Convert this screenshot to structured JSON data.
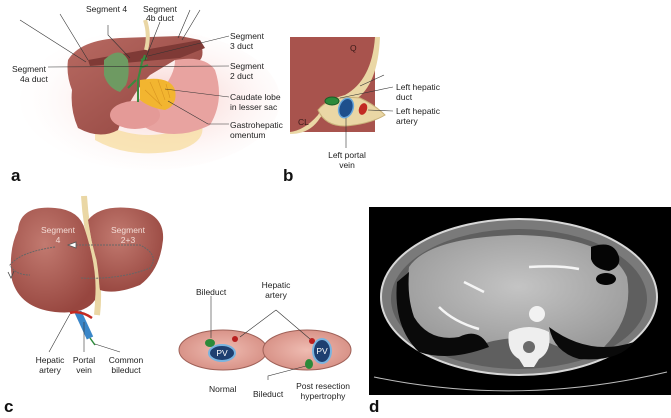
{
  "panel_a": {
    "letter": "a",
    "labels": {
      "segment4": "Segment 4",
      "segment4b_duct_1": "Segment",
      "segment4b_duct_2": "4b duct",
      "segment4a_duct_1": "Segment",
      "segment4a_duct_2": "4a duct",
      "segment3_duct_1": "Segment",
      "segment3_duct_2": "3 duct",
      "segment2_duct_1": "Segment",
      "segment2_duct_2": "2 duct",
      "caudate_1": "Caudate lobe",
      "caudate_2": "in lesser sac",
      "gastro_1": "Gastrohepatic",
      "gastro_2": "omentum"
    }
  },
  "panel_b": {
    "letter": "b",
    "labels": {
      "q": "Q",
      "cl": "CL",
      "left_hepatic_duct_1": "Left hepatic",
      "left_hepatic_duct_2": "duct",
      "left_hepatic_artery_1": "Left hepatic",
      "left_hepatic_artery_2": "artery",
      "left_portal_vein_1": "Left portal",
      "left_portal_vein_2": "vein"
    }
  },
  "panel_c": {
    "letter": "c",
    "labels": {
      "segment4_1": "Segment",
      "segment4_2": "4",
      "segment23_1": "Segment",
      "segment23_2": "2+3",
      "hepatic_artery_1": "Hepatic",
      "hepatic_artery_2": "artery",
      "portal_vein_1": "Portal",
      "portal_vein_2": "vein",
      "common_bileduct_1": "Common",
      "common_bileduct_2": "bileduct",
      "bileduct_top": "Bileduct",
      "hepatic_artery_mid_1": "Hepatic",
      "hepatic_artery_mid_2": "artery",
      "pv_left": "PV",
      "pv_right": "PV",
      "normal": "Normal",
      "bileduct_bottom": "Bileduct",
      "post_resection_1": "Post resection",
      "post_resection_2": "hypertrophy"
    }
  },
  "panel_d": {
    "letter": "d"
  },
  "colors": {
    "liver": "#a8534d",
    "liver_dark": "#7f3a36",
    "gallbladder": "#6e9a62",
    "fat": "#f2b530",
    "stomach": "#e8a3a0",
    "ligament": "#ead7a5",
    "portal_vein": "#1e4f8c",
    "artery": "#c22a22",
    "duct": "#2c8a3a",
    "ellipse": "#e2a096"
  }
}
